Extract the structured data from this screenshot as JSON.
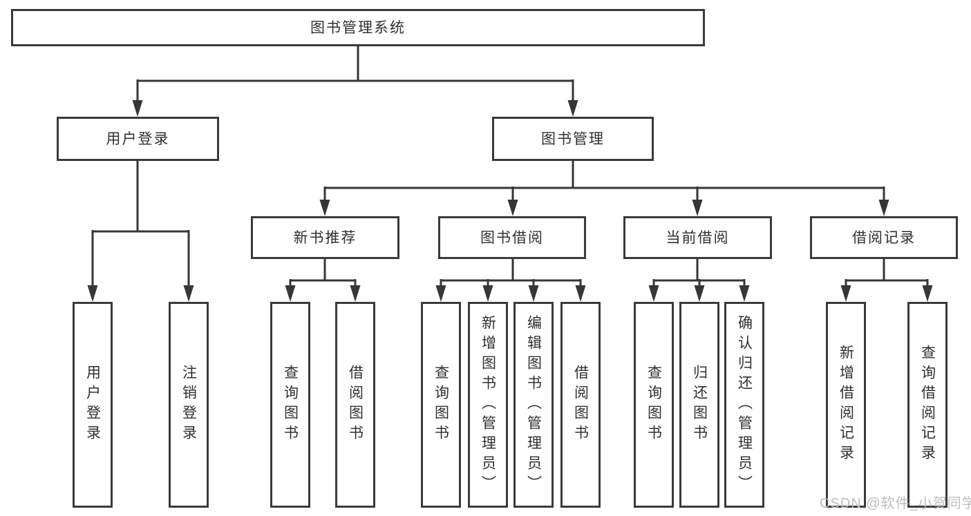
{
  "diagram_title": "图书管理系统",
  "tree": {
    "root": {
      "label": "图书管理系统",
      "children": [
        {
          "label": "用户登录",
          "children": [
            {
              "label": "用户登录"
            },
            {
              "label": "注销登录"
            }
          ]
        },
        {
          "label": "图书管理",
          "children": [
            {
              "label": "新书推荐",
              "children": [
                {
                  "label": "查询图书"
                },
                {
                  "label": "借阅图书"
                }
              ]
            },
            {
              "label": "图书借阅",
              "children": [
                {
                  "label": "查询图书"
                },
                {
                  "label": "新增图书（管理员）"
                },
                {
                  "label": "编辑图书（管理员）"
                },
                {
                  "label": "借阅图书"
                }
              ]
            },
            {
              "label": "当前借阅",
              "children": [
                {
                  "label": "查询图书"
                },
                {
                  "label": "归还图书"
                },
                {
                  "label": "确认归还（管理员）"
                }
              ]
            },
            {
              "label": "借阅记录",
              "children": [
                {
                  "label": "新增借阅记录"
                },
                {
                  "label": "查询借阅记录"
                }
              ]
            }
          ]
        }
      ]
    }
  },
  "watermark": {
    "text": "CSDN @软件_小贺同学",
    "color": "#bdbdbd"
  },
  "colors": {
    "background": "#ffffff",
    "box_border": "#3a3a3a",
    "connector_line": "#363636",
    "text": "#2f2f2f"
  }
}
